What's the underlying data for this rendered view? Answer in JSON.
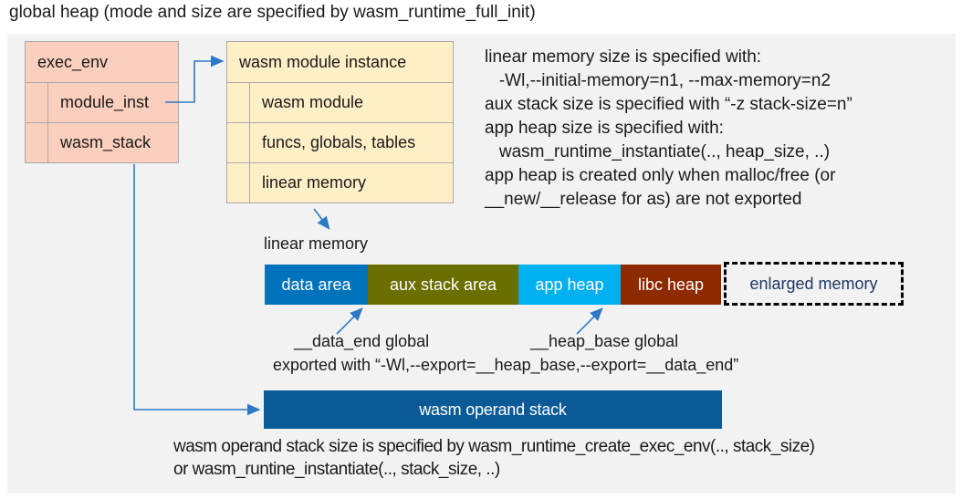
{
  "title": "global heap (mode and size are specified by wasm_runtime_full_init)",
  "exec_env": {
    "header": "exec_env",
    "rows": [
      "module_inst",
      "wasm_stack"
    ]
  },
  "module_instance": {
    "header": "wasm module instance",
    "rows": [
      "wasm module",
      "funcs, globals, tables",
      "linear memory"
    ]
  },
  "notes_right": {
    "lines": [
      "linear memory size is specified with:",
      "   -Wl,--initial-memory=n1, --max-memory=n2",
      "aux stack size is specified with “-z stack-size=n”",
      "app heap size is specified with:",
      "   wasm_runtime_instantiate(.., heap_size, ..)",
      "app heap is created only when malloc/free (or",
      "__new/__release for as) are not exported"
    ]
  },
  "linear_memory": {
    "label": "linear memory",
    "segments": [
      {
        "name": "data-area",
        "label": "data area",
        "color": "#0173BC"
      },
      {
        "name": "aux-stack-area",
        "label": "aux stack area",
        "color": "#6B6E00"
      },
      {
        "name": "app-heap",
        "label": "app heap",
        "color": "#00B0F0"
      },
      {
        "name": "libc-heap",
        "label": "libc heap",
        "color": "#8E2A00"
      }
    ],
    "enlarged": {
      "label": "enlarged memory",
      "text_color": "#1F3864"
    }
  },
  "globals": {
    "data_end": "__data_end global",
    "heap_base": "__heap_base global",
    "exported": "exported with “-Wl,--export=__heap_base,--export=__data_end”"
  },
  "operand_stack": {
    "label": "wasm operand stack",
    "color": "#0A5A97"
  },
  "notes_bottom": {
    "lines": [
      "wasm operand stack size is specified by wasm_runtime_create_exec_env(.., stack_size)",
      "or wasm_runtine_instantiate(.., stack_size, ..)"
    ]
  },
  "colors": {
    "canvas": "#F2F2F2",
    "exec_env_fill": "#FBCFBD",
    "module_fill": "#FFEFC6",
    "connector": "#2E79C7"
  }
}
